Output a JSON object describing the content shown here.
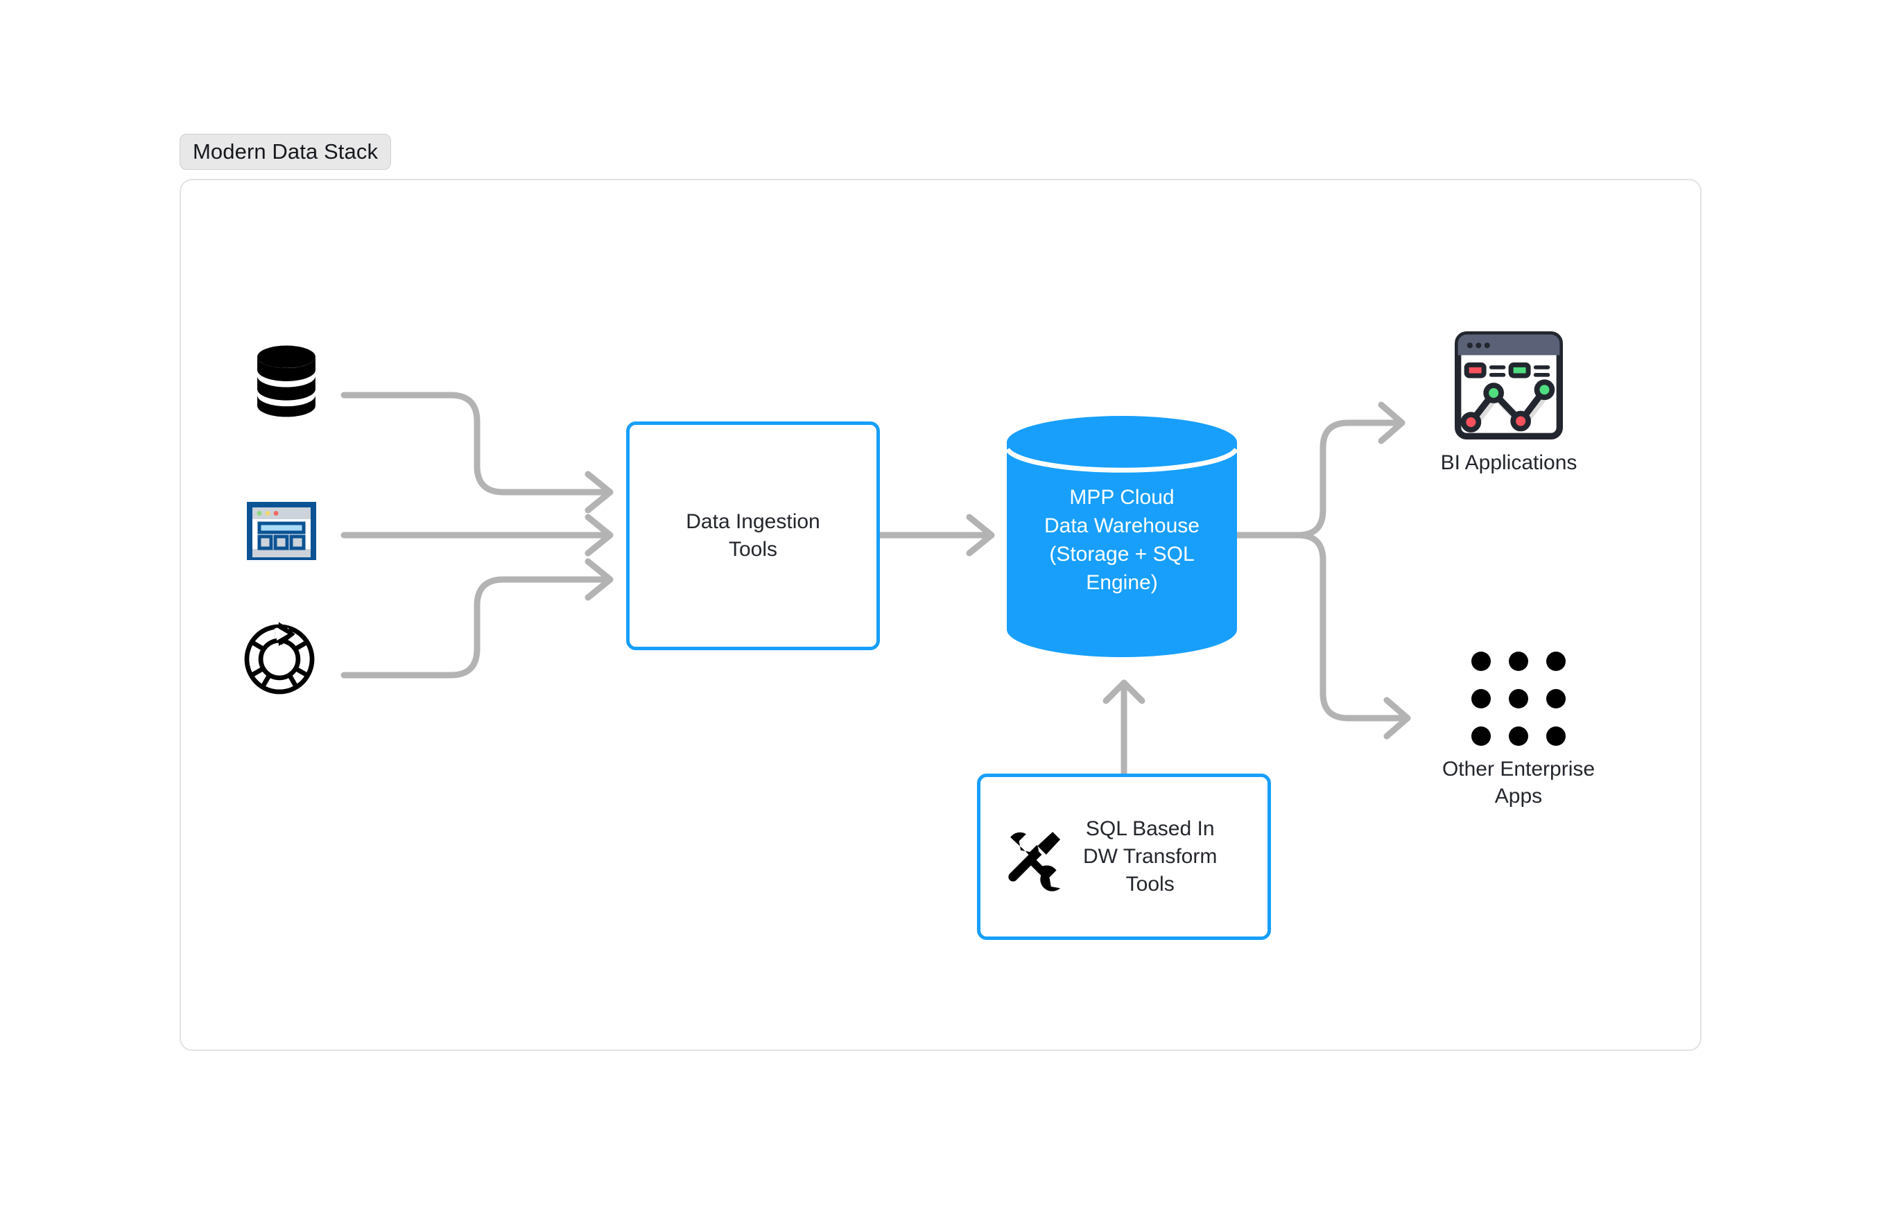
{
  "diagram": {
    "title": "Modern Data Stack",
    "type": "flow-diagram",
    "colors": {
      "accent_blue": "#179ffb",
      "cylinder_fill": "#179ffb",
      "connector_gray": "#b3b3b3",
      "panel_border": "#e2e2e2",
      "badge_background": "#e8e8e8",
      "text_dark": "#23262b",
      "icon_black": "#000000",
      "browser_icon_blue": "#0b5394",
      "dashboard_header": "#5b6277",
      "chart_red": "#f9525d",
      "chart_green": "#4fdd7f"
    }
  },
  "sources": [
    {
      "id": "database",
      "icon": "database-stack-icon",
      "label": ""
    },
    {
      "id": "web-app",
      "icon": "browser-window-icon",
      "label": ""
    },
    {
      "id": "sync",
      "icon": "circular-sync-icon",
      "label": ""
    }
  ],
  "nodes": {
    "ingestion": {
      "label": "Data Ingestion\nTools",
      "shape": "rounded-rect",
      "border_color": "#179ffb"
    },
    "warehouse": {
      "label": "MPP Cloud\nData Warehouse\n(Storage + SQL\nEngine)",
      "shape": "cylinder",
      "fill": "#179ffb",
      "text_color": "#ffffff"
    },
    "transform": {
      "label": "SQL Based In\nDW Transform\nTools",
      "shape": "rounded-rect",
      "border_color": "#179ffb",
      "icon": "tools-wrench-screwdriver-icon"
    },
    "bi": {
      "label": "BI Applications",
      "icon": "bi-dashboard-chart-icon"
    },
    "apps": {
      "label": "Other Enterprise\nApps",
      "icon": "apps-grid-icon"
    }
  },
  "edges": [
    {
      "from": "database",
      "to": "ingestion",
      "style": "elbow-arrow"
    },
    {
      "from": "web-app",
      "to": "ingestion",
      "style": "straight-arrow"
    },
    {
      "from": "sync",
      "to": "ingestion",
      "style": "elbow-arrow"
    },
    {
      "from": "ingestion",
      "to": "warehouse",
      "style": "straight-arrow"
    },
    {
      "from": "transform",
      "to": "warehouse",
      "style": "vertical-arrow-up"
    },
    {
      "from": "warehouse",
      "to": "bi",
      "style": "elbow-arrow"
    },
    {
      "from": "warehouse",
      "to": "apps",
      "style": "elbow-arrow"
    }
  ]
}
